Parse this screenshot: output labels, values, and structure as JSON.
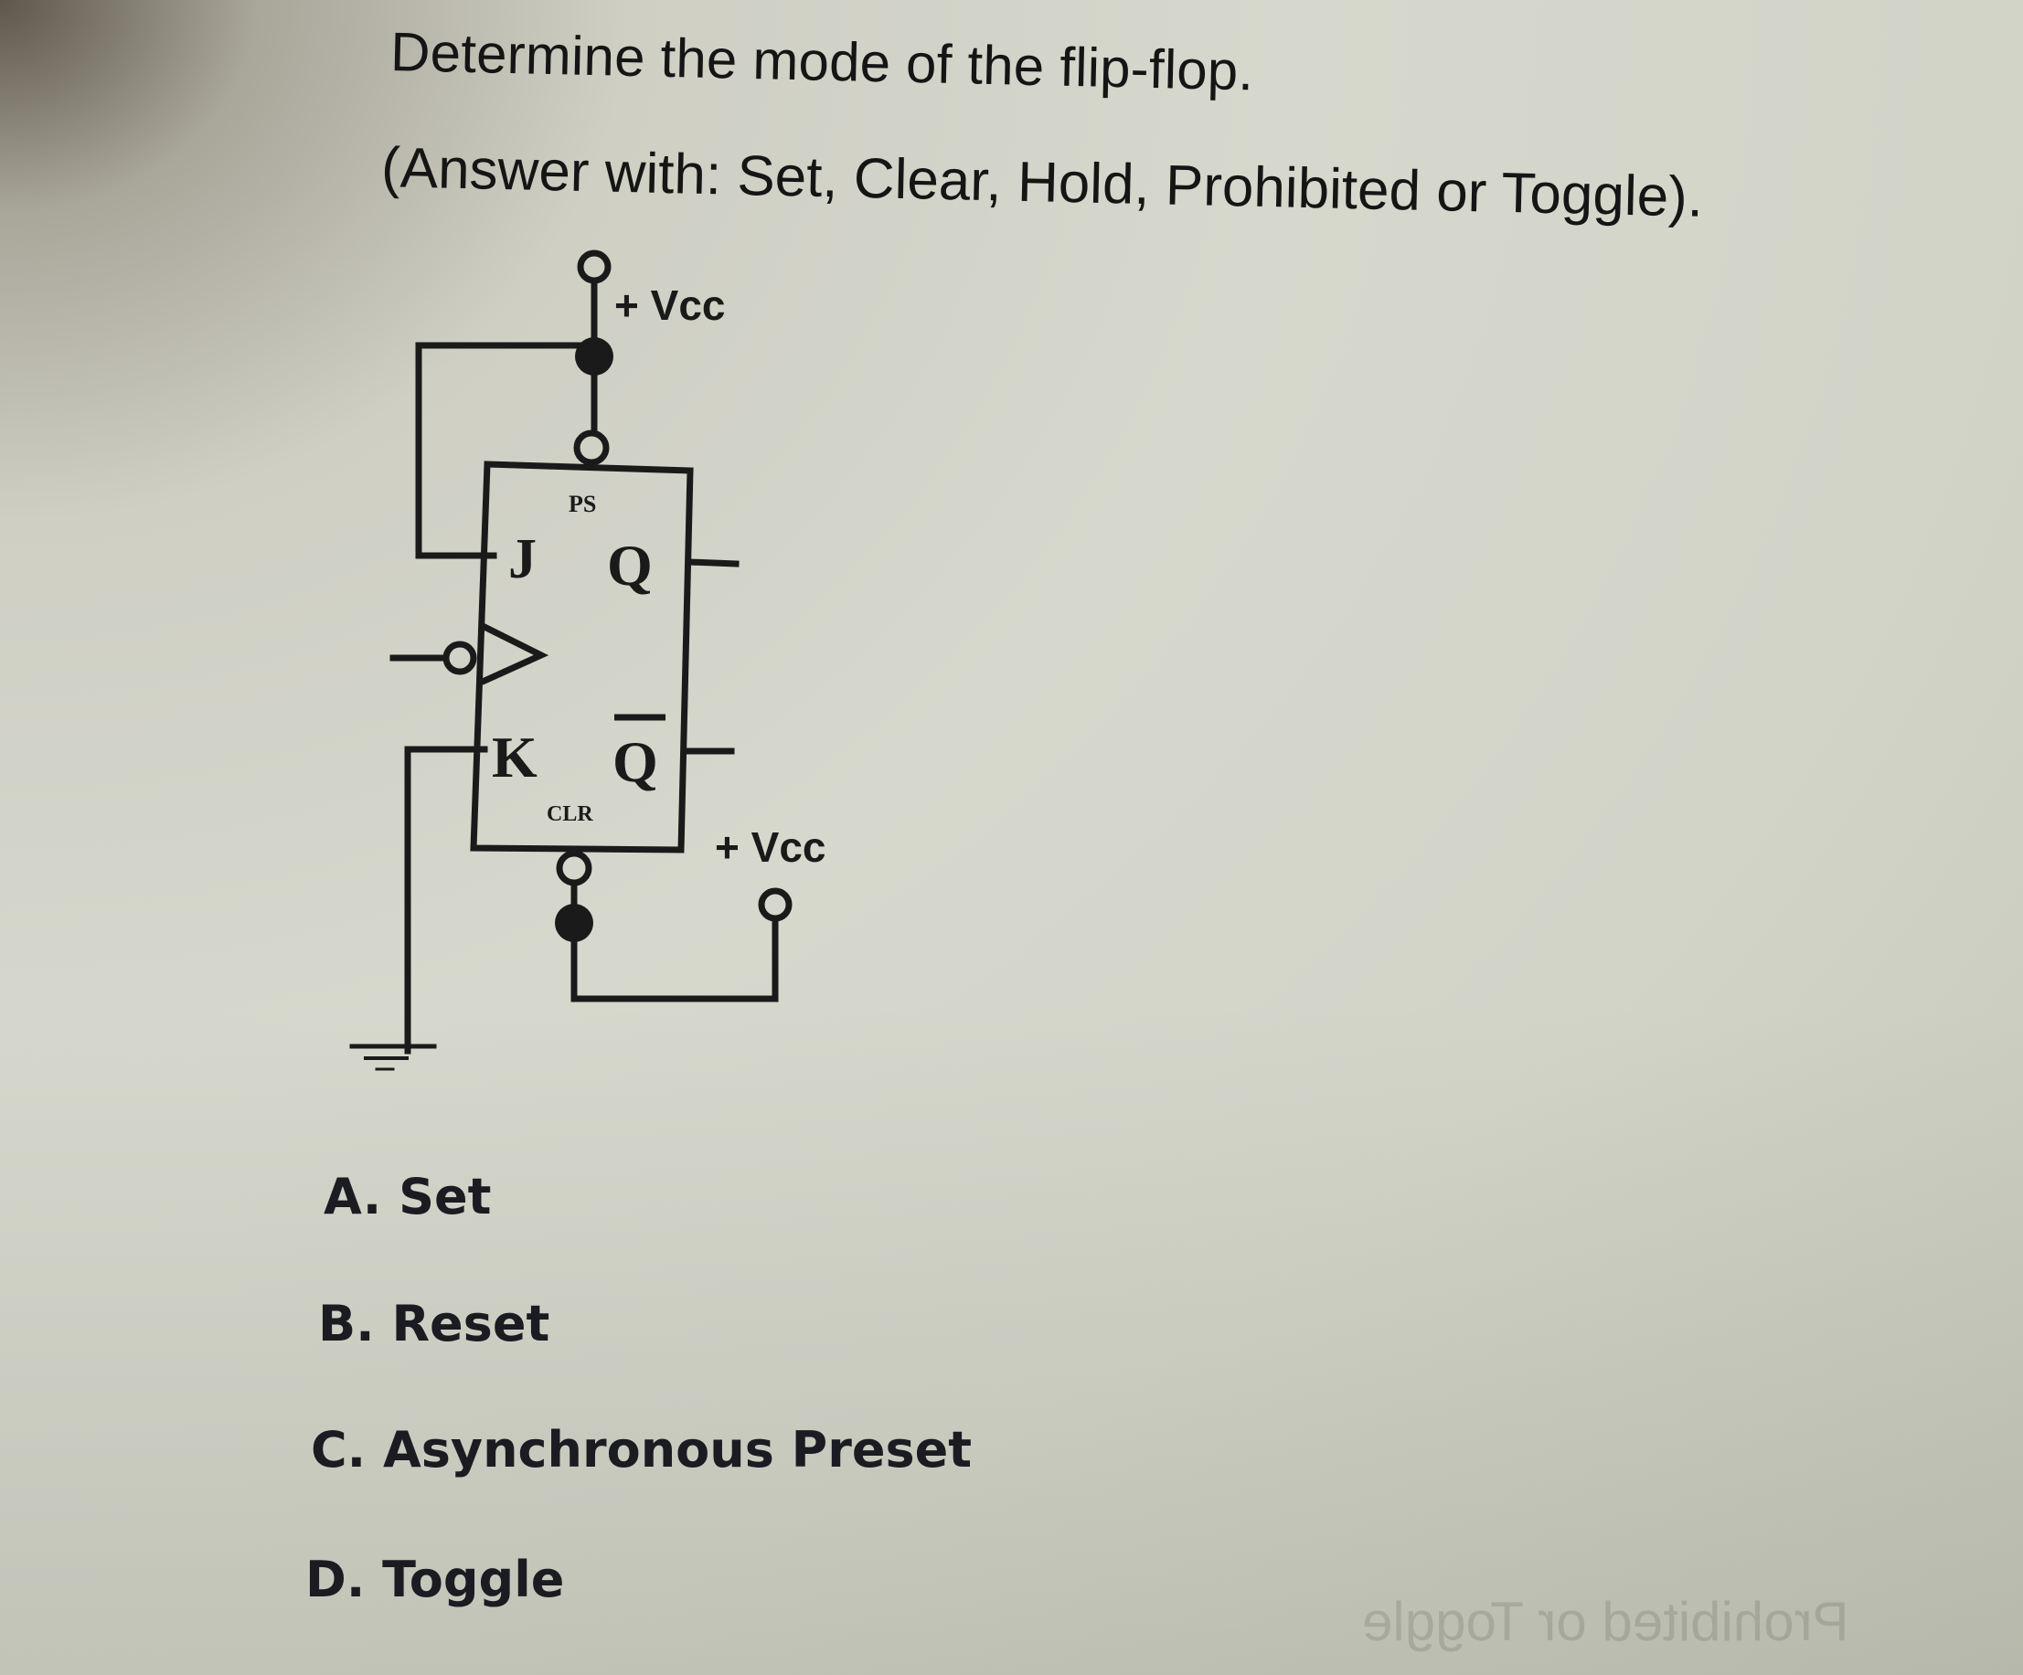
{
  "question": {
    "prompt": "Determine the mode of the flip-flop.",
    "instruction": "(Answer with: Set, Clear, Hold, Prohibited or Toggle)."
  },
  "circuit": {
    "component": "JK flip-flop",
    "labels": {
      "preset": "PS",
      "clear": "CLR",
      "j": "J",
      "k": "K",
      "q": "Q",
      "q_bar": "Q",
      "vcc_top": "+ Vcc",
      "vcc_bottom": "+ Vcc"
    },
    "connections": {
      "J": "tied to +Vcc (HIGH)",
      "K": "tied to ground (LOW)",
      "PS": "active-low, tied to +Vcc",
      "CLR": "active-low, tied to +Vcc",
      "CLK": "active-low (negative edge) input"
    },
    "colors": {
      "ink": "#1a1a1a",
      "paper": "#d6d8cd"
    }
  },
  "options": [
    {
      "letter": "A",
      "label": "A. Set"
    },
    {
      "letter": "B",
      "label": "B. Reset"
    },
    {
      "letter": "C",
      "label": "C. Asynchronous Preset"
    },
    {
      "letter": "D",
      "label": "D. Toggle"
    }
  ]
}
